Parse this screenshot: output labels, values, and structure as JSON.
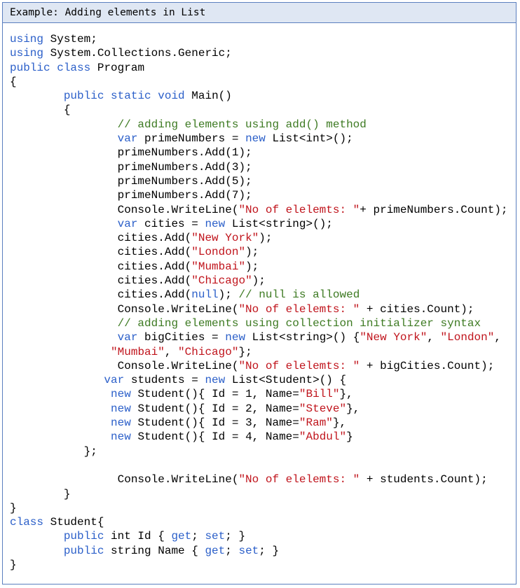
{
  "header": {
    "title": "Example: Adding elements in List"
  },
  "code_lines": [
    [
      {
        "t": "kw",
        "v": "using"
      },
      {
        "t": "",
        "v": " System;"
      }
    ],
    [
      {
        "t": "kw",
        "v": "using"
      },
      {
        "t": "",
        "v": " System.Collections.Generic;"
      }
    ],
    [
      {
        "t": "kw",
        "v": "public"
      },
      {
        "t": "",
        "v": " "
      },
      {
        "t": "kw",
        "v": "class"
      },
      {
        "t": "",
        "v": " Program"
      }
    ],
    [
      {
        "t": "",
        "v": "{"
      }
    ],
    [
      {
        "t": "",
        "v": "        "
      },
      {
        "t": "kw",
        "v": "public"
      },
      {
        "t": "",
        "v": " "
      },
      {
        "t": "kw",
        "v": "static"
      },
      {
        "t": "",
        "v": " "
      },
      {
        "t": "kw",
        "v": "void"
      },
      {
        "t": "",
        "v": " Main()"
      }
    ],
    [
      {
        "t": "",
        "v": "        {"
      }
    ],
    [
      {
        "t": "",
        "v": "                "
      },
      {
        "t": "cm",
        "v": "// adding elements using add() method"
      }
    ],
    [
      {
        "t": "",
        "v": "                "
      },
      {
        "t": "kw",
        "v": "var"
      },
      {
        "t": "",
        "v": " primeNumbers = "
      },
      {
        "t": "kw",
        "v": "new"
      },
      {
        "t": "",
        "v": " List<int>();"
      }
    ],
    [
      {
        "t": "",
        "v": "                primeNumbers.Add(1);"
      }
    ],
    [
      {
        "t": "",
        "v": "                primeNumbers.Add(3);"
      }
    ],
    [
      {
        "t": "",
        "v": "                primeNumbers.Add(5);"
      }
    ],
    [
      {
        "t": "",
        "v": "                primeNumbers.Add(7);"
      }
    ],
    [
      {
        "t": "",
        "v": "                Console.WriteLine("
      },
      {
        "t": "str",
        "v": "\"No of elelemts: \""
      },
      {
        "t": "",
        "v": "+ primeNumbers.Count);"
      }
    ],
    [
      {
        "t": "",
        "v": "                "
      },
      {
        "t": "kw",
        "v": "var"
      },
      {
        "t": "",
        "v": " cities = "
      },
      {
        "t": "kw",
        "v": "new"
      },
      {
        "t": "",
        "v": " List<string>();"
      }
    ],
    [
      {
        "t": "",
        "v": "                cities.Add("
      },
      {
        "t": "str",
        "v": "\"New York\""
      },
      {
        "t": "",
        "v": ");"
      }
    ],
    [
      {
        "t": "",
        "v": "                cities.Add("
      },
      {
        "t": "str",
        "v": "\"London\""
      },
      {
        "t": "",
        "v": ");"
      }
    ],
    [
      {
        "t": "",
        "v": "                cities.Add("
      },
      {
        "t": "str",
        "v": "\"Mumbai\""
      },
      {
        "t": "",
        "v": ");"
      }
    ],
    [
      {
        "t": "",
        "v": "                cities.Add("
      },
      {
        "t": "str",
        "v": "\"Chicago\""
      },
      {
        "t": "",
        "v": ");"
      }
    ],
    [
      {
        "t": "",
        "v": "                cities.Add("
      },
      {
        "t": "kw",
        "v": "null"
      },
      {
        "t": "",
        "v": "); "
      },
      {
        "t": "cm",
        "v": "// null is allowed"
      }
    ],
    [
      {
        "t": "",
        "v": "                Console.WriteLine("
      },
      {
        "t": "str",
        "v": "\"No of elelemts: \""
      },
      {
        "t": "",
        "v": " + cities.Count);"
      }
    ],
    [
      {
        "t": "",
        "v": "                "
      },
      {
        "t": "cm",
        "v": "// adding elements using collection initializer syntax"
      }
    ],
    [
      {
        "t": "",
        "v": "                "
      },
      {
        "t": "kw",
        "v": "var"
      },
      {
        "t": "",
        "v": " bigCities = "
      },
      {
        "t": "kw",
        "v": "new"
      },
      {
        "t": "",
        "v": " List<string>() {"
      },
      {
        "t": "str",
        "v": "\"New York\""
      },
      {
        "t": "",
        "v": ", "
      },
      {
        "t": "str",
        "v": "\"London\""
      },
      {
        "t": "",
        "v": ","
      }
    ],
    [
      {
        "t": "",
        "v": "               "
      },
      {
        "t": "str",
        "v": "\"Mumbai\""
      },
      {
        "t": "",
        "v": ", "
      },
      {
        "t": "str",
        "v": "\"Chicago\""
      },
      {
        "t": "",
        "v": "};"
      }
    ],
    [
      {
        "t": "",
        "v": "                Console.WriteLine("
      },
      {
        "t": "str",
        "v": "\"No of elelemts: \""
      },
      {
        "t": "",
        "v": " + bigCities.Count);"
      }
    ],
    [
      {
        "t": "",
        "v": "              "
      },
      {
        "t": "kw",
        "v": "var"
      },
      {
        "t": "",
        "v": " students = "
      },
      {
        "t": "kw",
        "v": "new"
      },
      {
        "t": "",
        "v": " List<Student>() {"
      }
    ],
    [
      {
        "t": "",
        "v": "               "
      },
      {
        "t": "kw",
        "v": "new"
      },
      {
        "t": "",
        "v": " Student(){ Id = 1, Name="
      },
      {
        "t": "str",
        "v": "\"Bill\""
      },
      {
        "t": "",
        "v": "},"
      }
    ],
    [
      {
        "t": "",
        "v": "               "
      },
      {
        "t": "kw",
        "v": "new"
      },
      {
        "t": "",
        "v": " Student(){ Id = 2, Name="
      },
      {
        "t": "str",
        "v": "\"Steve\""
      },
      {
        "t": "",
        "v": "},"
      }
    ],
    [
      {
        "t": "",
        "v": "               "
      },
      {
        "t": "kw",
        "v": "new"
      },
      {
        "t": "",
        "v": " Student(){ Id = 3, Name="
      },
      {
        "t": "str",
        "v": "\"Ram\""
      },
      {
        "t": "",
        "v": "},"
      }
    ],
    [
      {
        "t": "",
        "v": "               "
      },
      {
        "t": "kw",
        "v": "new"
      },
      {
        "t": "",
        "v": " Student(){ Id = 4, Name="
      },
      {
        "t": "str",
        "v": "\"Abdul\""
      },
      {
        "t": "",
        "v": "}"
      }
    ],
    [
      {
        "t": "",
        "v": "           };"
      }
    ],
    [
      {
        "t": "",
        "v": ""
      }
    ],
    [
      {
        "t": "",
        "v": "                Console.WriteLine("
      },
      {
        "t": "str",
        "v": "\"No of elelemts: \""
      },
      {
        "t": "",
        "v": " + students.Count);"
      }
    ],
    [
      {
        "t": "",
        "v": "        }"
      }
    ],
    [
      {
        "t": "",
        "v": "}"
      }
    ],
    [
      {
        "t": "kw",
        "v": "class"
      },
      {
        "t": "",
        "v": " Student{"
      }
    ],
    [
      {
        "t": "",
        "v": "        "
      },
      {
        "t": "kw",
        "v": "public"
      },
      {
        "t": "",
        "v": " int Id { "
      },
      {
        "t": "kw",
        "v": "get"
      },
      {
        "t": "",
        "v": "; "
      },
      {
        "t": "kw",
        "v": "set"
      },
      {
        "t": "",
        "v": "; }"
      }
    ],
    [
      {
        "t": "",
        "v": "        "
      },
      {
        "t": "kw",
        "v": "public"
      },
      {
        "t": "",
        "v": " string Name { "
      },
      {
        "t": "kw",
        "v": "get"
      },
      {
        "t": "",
        "v": "; "
      },
      {
        "t": "kw",
        "v": "set"
      },
      {
        "t": "",
        "v": "; }"
      }
    ],
    [
      {
        "t": "",
        "v": "}"
      }
    ]
  ],
  "colors": {
    "keyword": "#2b5fc9",
    "string": "#c0141c",
    "comment": "#3d7a22",
    "border": "#5b7fbf",
    "header_bg": "#dfe7f3"
  }
}
